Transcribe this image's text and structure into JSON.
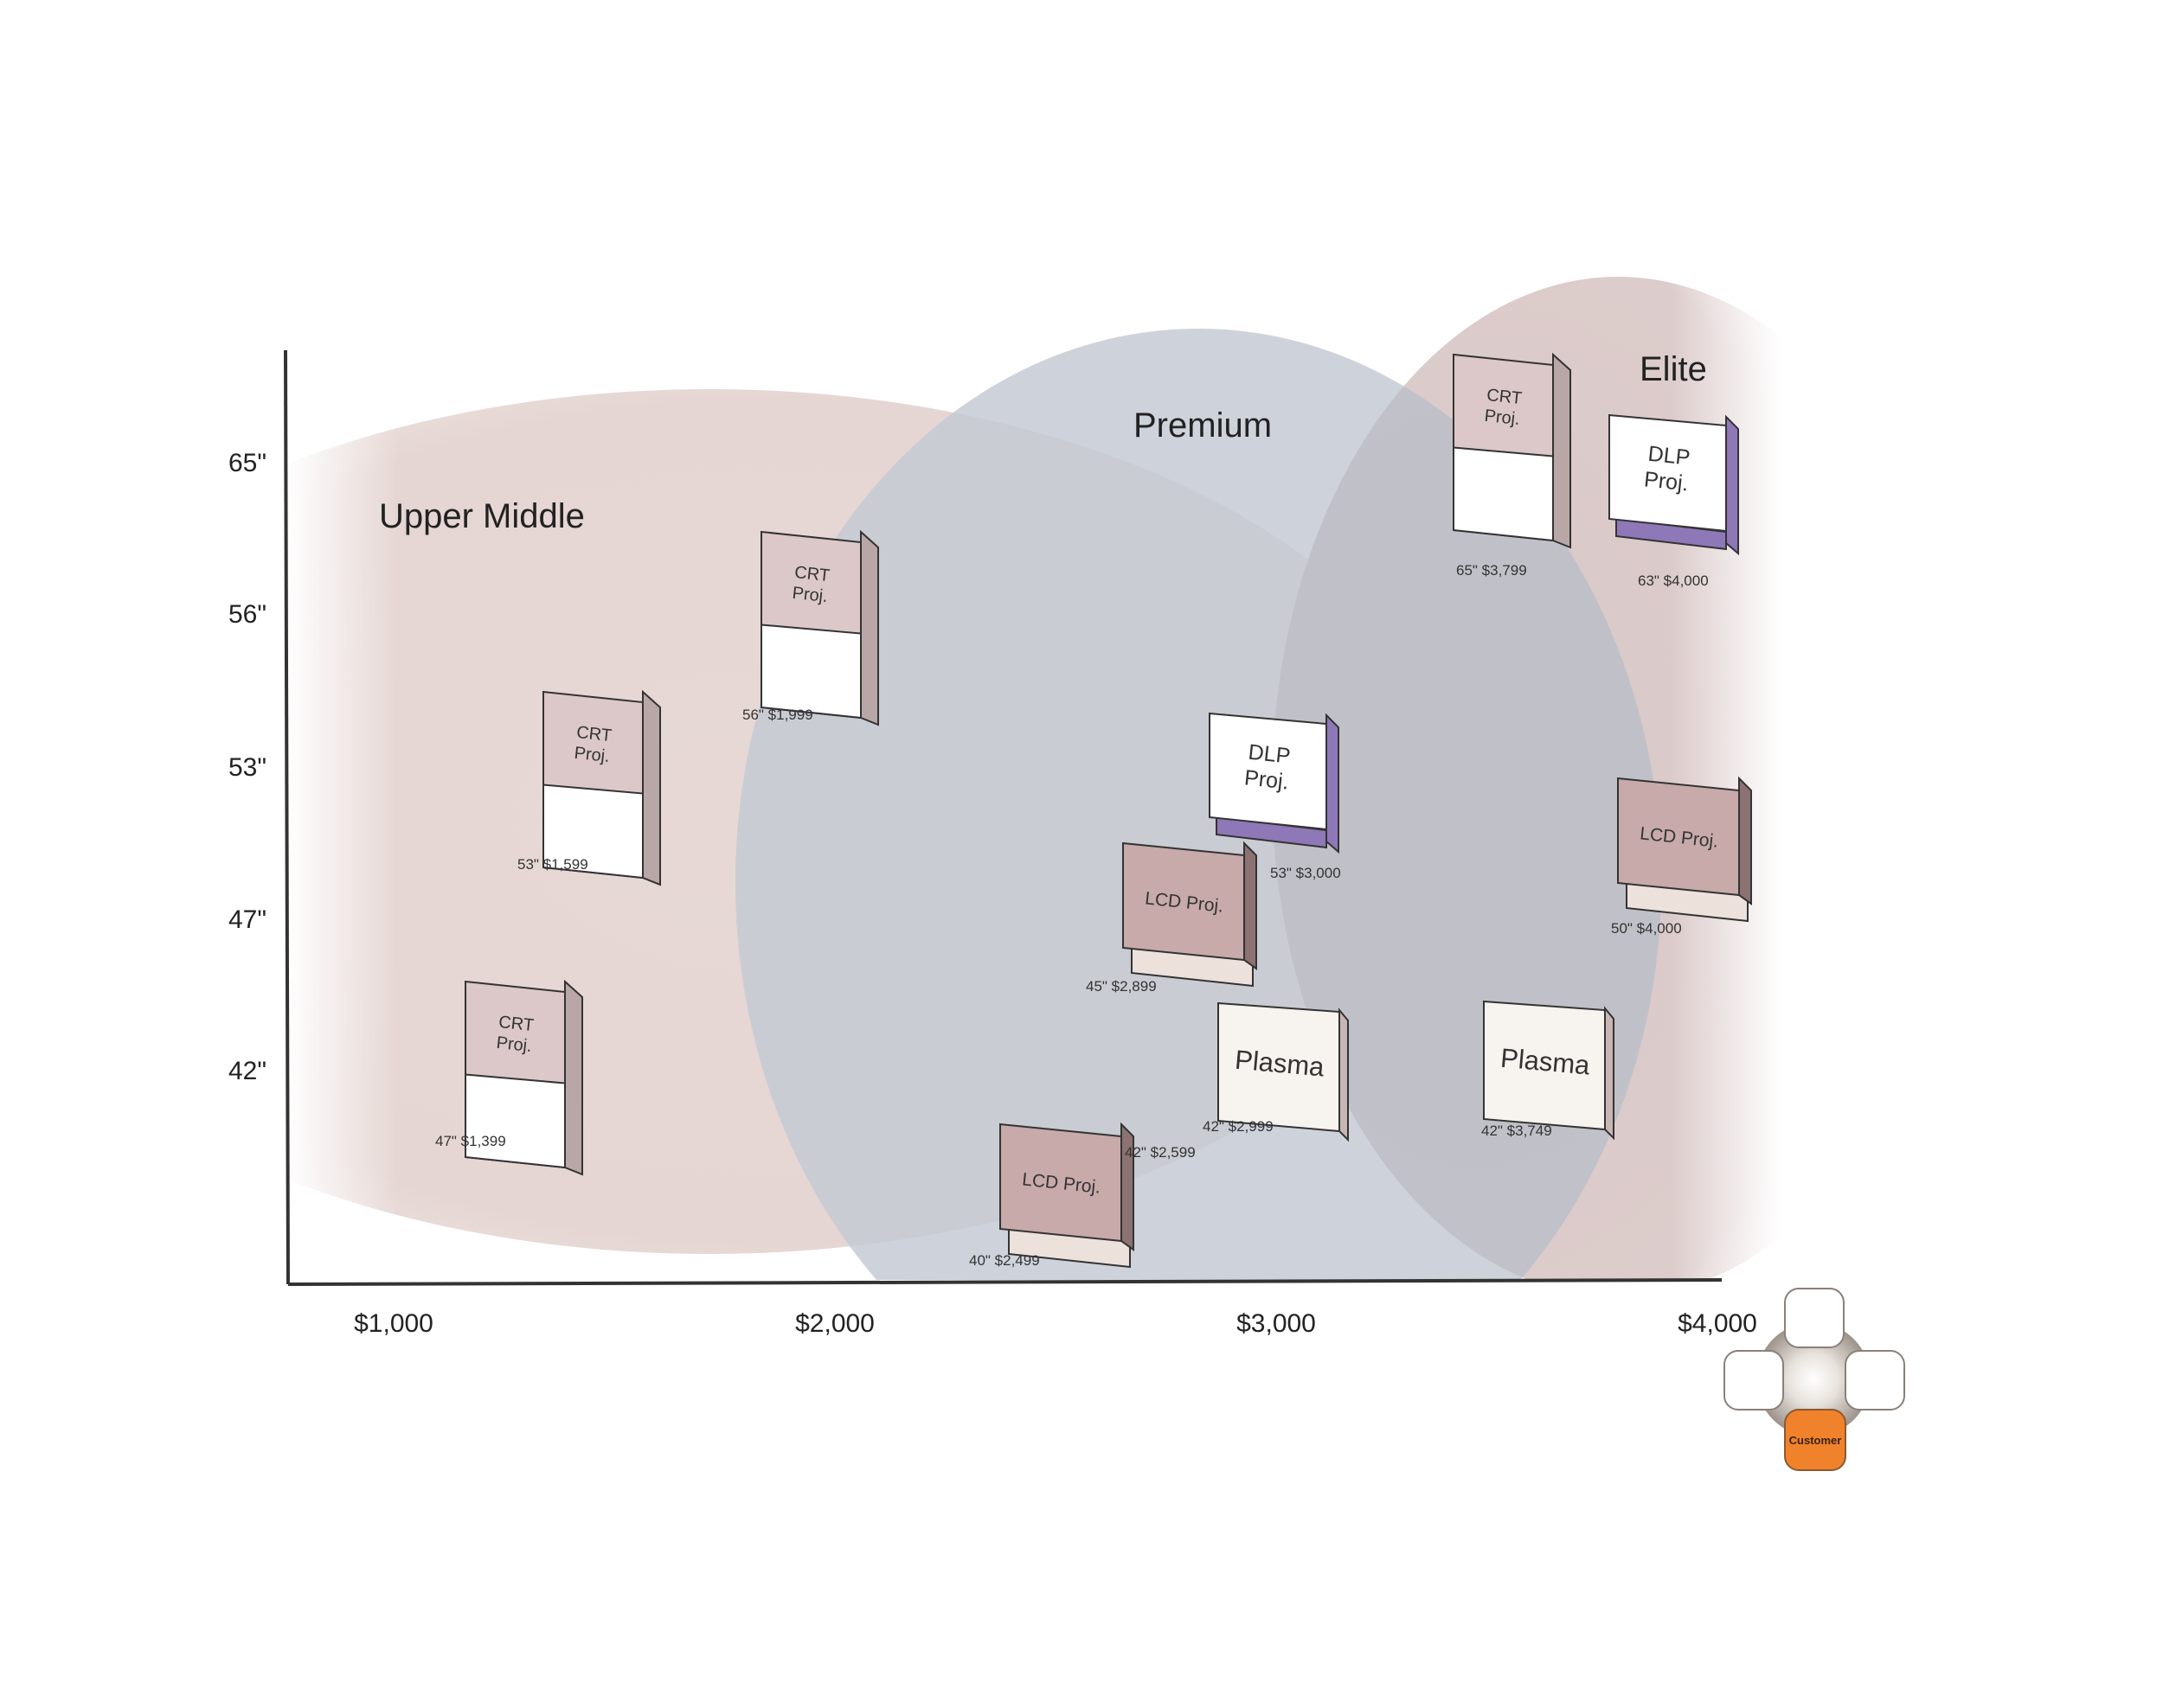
{
  "segments": [
    {
      "key": "upper",
      "label": "Upper Middle"
    },
    {
      "key": "premium",
      "label": "Premium"
    },
    {
      "key": "elite",
      "label": "Elite"
    }
  ],
  "y_ticks": [
    "65\"",
    "56\"",
    "53\"",
    "47\"",
    "42\""
  ],
  "x_ticks": [
    "$1,000",
    "$2,000",
    "$3,000",
    "$4,000"
  ],
  "products": [
    {
      "type": "CRT Proj.",
      "kind": "crt",
      "size_label": "47\"",
      "price_label": "$1,399"
    },
    {
      "type": "CRT Proj.",
      "kind": "crt",
      "size_label": "53\"",
      "price_label": "$1,599"
    },
    {
      "type": "CRT Proj.",
      "kind": "crt",
      "size_label": "56\"",
      "price_label": "$1,999"
    },
    {
      "type": "LCD Proj.",
      "kind": "lcd",
      "size_label": "40\"",
      "price_label": "$2,499"
    },
    {
      "type": "LCD Proj.",
      "kind": "lcd",
      "size_label": "45\"",
      "price_label": "$2,899"
    },
    {
      "type": "DLP Proj.",
      "kind": "dlp",
      "size_label": "53\"",
      "price_label": "$3,000"
    },
    {
      "type": "Plasma",
      "kind": "plasma",
      "size_label": "42\"",
      "price_label": "$2,999"
    },
    {
      "type": "CRT Proj.",
      "kind": "crt",
      "size_label": "65\"",
      "price_label": "$3,799"
    },
    {
      "type": "DLP Proj.",
      "kind": "dlp",
      "size_label": "63\"",
      "price_label": "$4,000"
    },
    {
      "type": "LCD Proj.",
      "kind": "lcd",
      "size_label": "50\"",
      "price_label": "$4,000"
    },
    {
      "type": "Plasma",
      "kind": "plasma",
      "size_label": "42\"",
      "price_label": "$3,749"
    }
  ],
  "extra_caption": "42\" $2,599",
  "customer_icon": {
    "label": "Customer",
    "color": "#f0822c"
  },
  "colors": {
    "upper_middle": "#e5d6d3",
    "premium": "#c2c8d2",
    "elite": "#ddcdcc",
    "crt_face": "#dcc8c8",
    "lcd_face": "#c7aaa9",
    "dlp_accent": "#8e78b8",
    "plasma_face": "#f7f3ee"
  }
}
